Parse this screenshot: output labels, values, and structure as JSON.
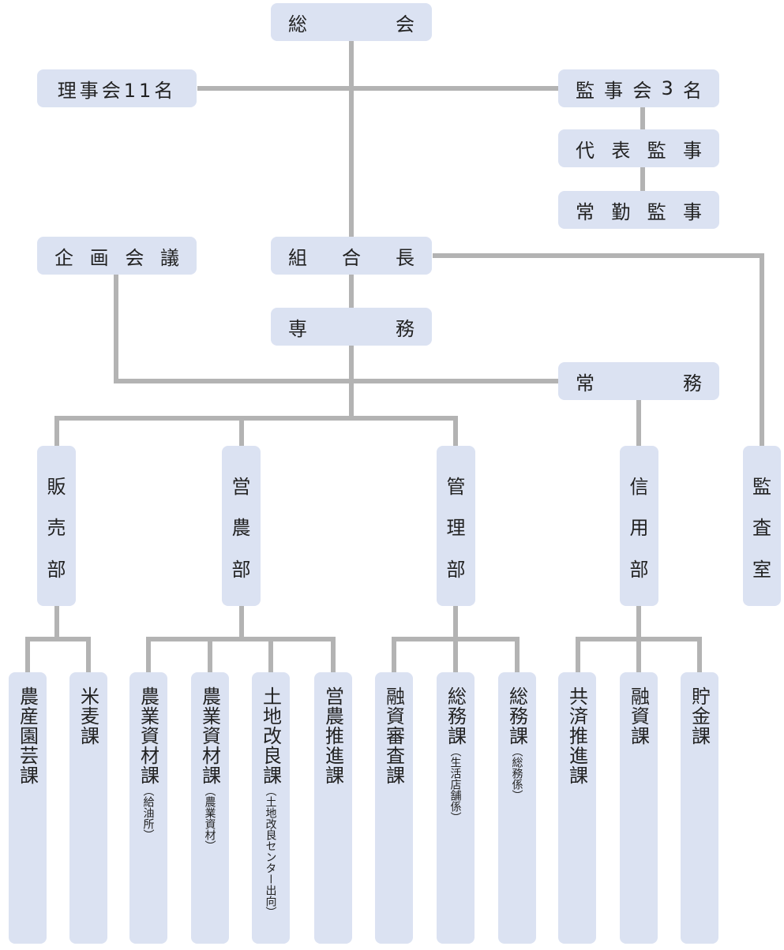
{
  "top": {
    "sokai": [
      "総",
      "会"
    ],
    "rijikai": "理事会11名",
    "kanjikai": [
      "監",
      "事",
      "会",
      "3",
      "名"
    ],
    "daihyo_kanji": [
      "代",
      "表",
      "監",
      "事"
    ],
    "jokin_kanji": [
      "常",
      "勤",
      "監",
      "事"
    ],
    "kikaku_kaigi": [
      "企",
      "画",
      "会",
      "議"
    ],
    "kumiaicho": [
      "組",
      "合",
      "長"
    ],
    "senmu": [
      "専",
      "務"
    ],
    "jomu": [
      "常",
      "務"
    ]
  },
  "departments": {
    "hanbai": [
      "販",
      "売",
      "部"
    ],
    "einou": [
      "営",
      "農",
      "部"
    ],
    "kanri": [
      "管",
      "理",
      "部"
    ],
    "shinyo": [
      "信",
      "用",
      "部"
    ],
    "kansa": [
      "監",
      "査",
      "室"
    ]
  },
  "sections": {
    "noosan_engei": {
      "name": "農産園芸課",
      "sub": ""
    },
    "beibaku": {
      "name": "米麦課",
      "sub": ""
    },
    "nogyo_shizai_kyuyu": {
      "name": "農業資材課",
      "sub": "（給油所）"
    },
    "nogyo_shizai": {
      "name": "農業資材課",
      "sub": "（農業資材）"
    },
    "tochi_kairyo": {
      "name": "土地改良課",
      "sub": "（土地改良センター出向）"
    },
    "einou_suishin": {
      "name": "営農推進課",
      "sub": ""
    },
    "yushi_shinsa": {
      "name": "融資審査課",
      "sub": ""
    },
    "somu_seikatsu": {
      "name": "総務課",
      "sub": "（生活店舗係）"
    },
    "somu_somu": {
      "name": "総務課",
      "sub": "（総務係）"
    },
    "kyosai_suishin": {
      "name": "共済推進課",
      "sub": ""
    },
    "yushi": {
      "name": "融資課",
      "sub": ""
    },
    "chokin": {
      "name": "貯金課",
      "sub": ""
    }
  },
  "colors": {
    "box_fill": "#dbe2f2",
    "line": "#b3b3b3",
    "text": "#222222"
  }
}
